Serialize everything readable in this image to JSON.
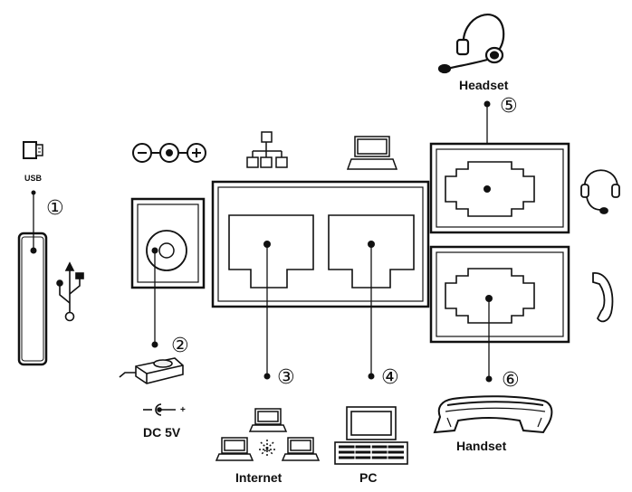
{
  "labels": {
    "usb": "USB",
    "dc": "DC 5V",
    "headset": "Headset",
    "handset": "Handset",
    "internet": "Internet",
    "pc": "PC"
  },
  "callouts": {
    "c1": "①",
    "c2": "②",
    "c3": "③",
    "c4": "④",
    "c5": "⑤",
    "c6": "⑥"
  },
  "symbols": {
    "dc_plus": "+"
  },
  "icons": {
    "usb_port": "usb-trident-icon",
    "power": "power-connector-icon",
    "network": "network-topology-icon",
    "pc": "computer-icon",
    "headset": "headset-icon",
    "handset": "handset-icon",
    "adapter": "power-adapter-icon",
    "usb_dongle": "usb-dongle-icon"
  },
  "colors": {
    "line": "#111111",
    "background": "#ffffff",
    "panel_fill": "#ffffff",
    "port_fill": "#eeeeee"
  }
}
